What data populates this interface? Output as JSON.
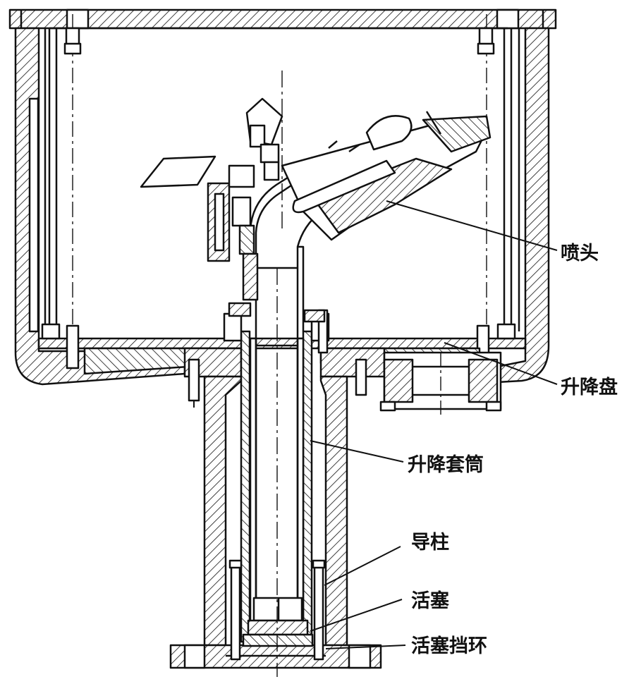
{
  "labels": {
    "nozzle": "喷头",
    "lift_plate": "升降盘",
    "lift_sleeve": "升降套筒",
    "guide_post": "导柱",
    "piston": "活塞",
    "piston_retaining_ring": "活塞挡环"
  },
  "colors": {
    "line": "#111111",
    "background": "#ffffff"
  }
}
